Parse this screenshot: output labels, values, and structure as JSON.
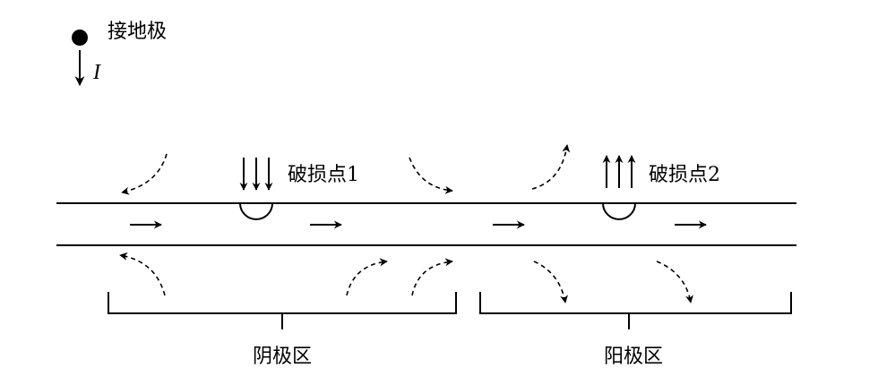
{
  "legend": {
    "ground_label": "接地极",
    "current_label": "I"
  },
  "pipe": {
    "defect1_label": "破损点1",
    "defect2_label": "破损点2"
  },
  "zones": {
    "cathode_label": "阴极区",
    "anode_label": "阳极区"
  }
}
